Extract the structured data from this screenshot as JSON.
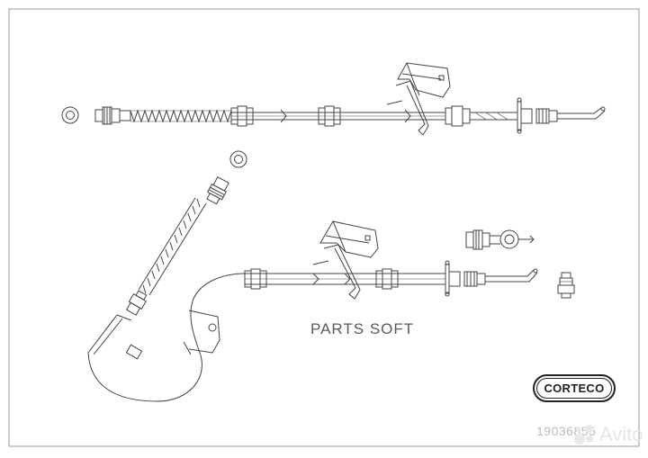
{
  "watermark": "PARTS SOFT",
  "brand": {
    "name": "CORTECO"
  },
  "part_number": "19036855",
  "marketplace_watermark": "Avito",
  "colors": {
    "line": "#444444",
    "frame": "#9a9a9a",
    "background": "#ffffff"
  }
}
